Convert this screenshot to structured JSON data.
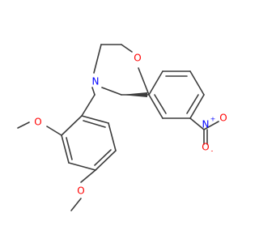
{
  "molecule": {
    "atoms": {
      "ring_oxygen": {
        "symbol": "O",
        "color": "#ff0000"
      },
      "ring_nitrogen": {
        "symbol": "N",
        "color": "#0000ff"
      },
      "methoxy_oxygen_upper": {
        "symbol": "O",
        "color": "#ff0000"
      },
      "methoxy_oxygen_lower": {
        "symbol": "O",
        "color": "#ff0000"
      },
      "nitro_nitrogen": {
        "symbol": "N",
        "charge": "+",
        "color": "#0000ff"
      },
      "nitro_oxygen_top": {
        "symbol": "O",
        "color": "#ff0000"
      },
      "nitro_oxygen_bottom": {
        "symbol": "O",
        "charge": "-",
        "color": "#ff0000"
      }
    },
    "bond_color": "#3c3c3c",
    "background": "#ffffff"
  }
}
